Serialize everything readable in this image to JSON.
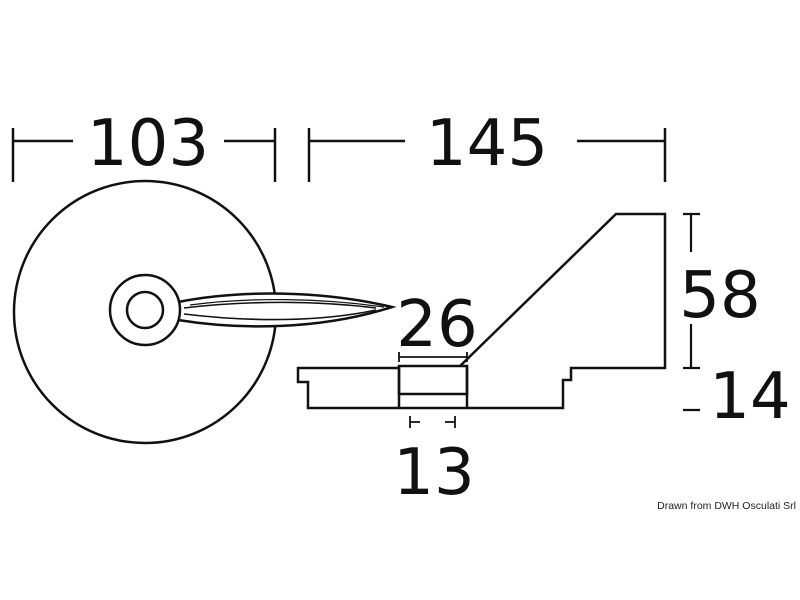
{
  "dimensions": {
    "disc_width": "103",
    "profile_length": "145",
    "profile_height": "58",
    "base_height": "14",
    "slot_width": "26",
    "hole_width": "13"
  },
  "credit": "Drawn from DWH Osculati Srl",
  "colors": {
    "line": "#111111",
    "fill": "#ffffff"
  }
}
